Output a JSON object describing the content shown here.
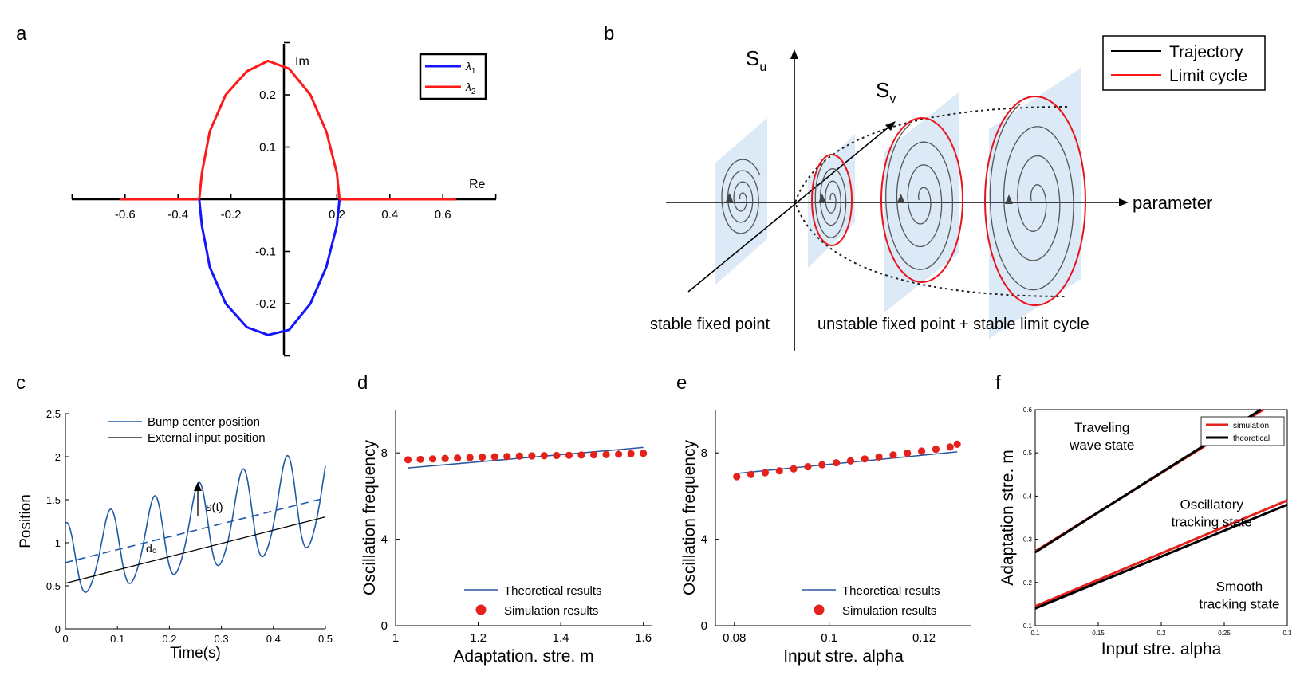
{
  "panels": {
    "a": {
      "letter": "a",
      "xlabel": "Re",
      "ylabel": "Im",
      "xticks": [
        "-0.6",
        "-0.4",
        "-0.2",
        "0.2",
        "0.4",
        "0.6"
      ],
      "yticks": [
        "0.2",
        "0.1",
        "-0.1",
        "-0.2"
      ],
      "legend": [
        {
          "label": "λ",
          "sub": "1",
          "color": "#1515ff"
        },
        {
          "label": "λ",
          "sub": "2",
          "color": "#ff1a1a"
        }
      ]
    },
    "b": {
      "letter": "b",
      "axis_su": "S",
      "axis_su_sub": "u",
      "axis_sv": "S",
      "axis_sv_sub": "v",
      "axis_param": "parameter",
      "caption_left": "stable fixed point",
      "caption_right": "unstable fixed point + stable limit cycle",
      "legend": [
        {
          "label": "Trajectory",
          "color": "#000000"
        },
        {
          "label": "Limit cycle",
          "color": "#ff1a1a"
        }
      ]
    },
    "c": {
      "letter": "c",
      "annot_s": "s(t)",
      "annot_d0": "d₀",
      "legend": [
        {
          "label": "Bump center position",
          "color": "#1f5aa8"
        },
        {
          "label": "External input position",
          "color": "#000000"
        }
      ]
    },
    "d": {
      "letter": "d"
    },
    "e": {
      "letter": "e"
    },
    "f": {
      "letter": "f"
    }
  },
  "chart_data": [
    {
      "panel": "a",
      "type": "line",
      "xlabel": "Re",
      "ylabel": "Im",
      "xlim": [
        -0.8,
        0.8
      ],
      "ylim": [
        -0.3,
        0.3
      ],
      "series": [
        {
          "name": "λ1",
          "color": "#1515ff",
          "x": [
            -0.32,
            -0.31,
            -0.28,
            -0.22,
            -0.14,
            -0.06,
            0.02,
            0.1,
            0.16,
            0.2,
            0.21
          ],
          "y": [
            0.0,
            -0.05,
            -0.13,
            -0.2,
            -0.245,
            -0.26,
            -0.25,
            -0.2,
            -0.13,
            -0.05,
            0.0
          ]
        },
        {
          "name": "λ2",
          "color": "#ff1a1a",
          "x": [
            -0.32,
            -0.31,
            -0.28,
            -0.22,
            -0.14,
            -0.06,
            0.02,
            0.1,
            0.16,
            0.2,
            0.21
          ],
          "y": [
            0.0,
            0.05,
            0.13,
            0.2,
            0.245,
            0.265,
            0.25,
            0.2,
            0.13,
            0.05,
            0.0
          ]
        },
        {
          "name": "λ2 (real, left)",
          "color": "#ff1a1a",
          "x": [
            -0.62,
            -0.32
          ],
          "y": [
            0.0,
            0.0
          ]
        },
        {
          "name": "λ2 (real, right)",
          "color": "#ff1a1a",
          "x": [
            0.21,
            0.65
          ],
          "y": [
            0.0,
            0.0
          ]
        }
      ]
    },
    {
      "panel": "c",
      "type": "line",
      "xlabel": "Time(s)",
      "ylabel": "Position",
      "xlim": [
        0,
        0.5
      ],
      "ylim": [
        0,
        2.5
      ],
      "xticks": [
        "0",
        "0.1",
        "0.2",
        "0.3",
        "0.4",
        "0.5"
      ],
      "yticks": [
        "0",
        "0.5",
        "1",
        "1.5",
        "2",
        "2.5"
      ],
      "series": [
        {
          "name": "Bump center position",
          "color": "#1f5aa8",
          "kind": "oscillation",
          "center_start": 0.77,
          "center_end": 1.52,
          "amp_start": 0.42,
          "amp_end": 0.57,
          "period": 0.085,
          "phase_peak": 0.0
        },
        {
          "name": "External input position",
          "color": "#000000",
          "x": [
            0,
            0.5
          ],
          "y": [
            0.53,
            1.3
          ]
        },
        {
          "name": "dashed center",
          "color": "#1f5aa8",
          "dashed": true,
          "x": [
            0,
            0.5
          ],
          "y": [
            0.77,
            1.52
          ]
        }
      ]
    },
    {
      "panel": "d",
      "type": "scatter",
      "xlabel": "Adaptation. stre. m",
      "ylabel": "Oscillation frequency",
      "xlim": [
        1.0,
        1.62
      ],
      "ylim": [
        0,
        10
      ],
      "xticks": [
        "1",
        "1.2",
        "1.4",
        "1.6"
      ],
      "yticks": [
        "0",
        "4",
        "8"
      ],
      "theory": {
        "name": "Theoretical results",
        "color": "#2a56a0",
        "x": [
          1.03,
          1.6
        ],
        "y": [
          7.3,
          8.25
        ]
      },
      "simulation": {
        "name": "Simulation results",
        "color": "#e5211c",
        "x": [
          1.03,
          1.06,
          1.09,
          1.12,
          1.15,
          1.18,
          1.21,
          1.24,
          1.27,
          1.3,
          1.33,
          1.36,
          1.39,
          1.42,
          1.45,
          1.48,
          1.51,
          1.54,
          1.57,
          1.6
        ],
        "y": [
          7.68,
          7.7,
          7.72,
          7.74,
          7.76,
          7.78,
          7.8,
          7.82,
          7.83,
          7.85,
          7.86,
          7.87,
          7.88,
          7.89,
          7.9,
          7.91,
          7.92,
          7.94,
          7.96,
          7.98
        ]
      }
    },
    {
      "panel": "e",
      "type": "scatter",
      "xlabel": "Input stre. alpha",
      "ylabel": "Oscillation frequency",
      "xlim": [
        0.076,
        0.13
      ],
      "ylim": [
        0,
        10
      ],
      "xticks": [
        "0.08",
        "0.1",
        "0.12"
      ],
      "yticks": [
        "0",
        "4",
        "8"
      ],
      "theory": {
        "name": "Theoretical results",
        "color": "#2a56a0",
        "x": [
          0.0805,
          0.127
        ],
        "y": [
          7.05,
          8.05
        ]
      },
      "simulation": {
        "name": "Simulation results",
        "color": "#e5211c",
        "x": [
          0.0805,
          0.0835,
          0.0865,
          0.0895,
          0.0925,
          0.0955,
          0.0985,
          0.1015,
          0.1045,
          0.1075,
          0.1105,
          0.1135,
          0.1165,
          0.1195,
          0.1225,
          0.1255,
          0.127
        ],
        "y": [
          6.9,
          7.0,
          7.08,
          7.17,
          7.26,
          7.36,
          7.45,
          7.54,
          7.63,
          7.72,
          7.81,
          7.9,
          7.99,
          8.08,
          8.17,
          8.27,
          8.4
        ]
      }
    },
    {
      "panel": "f",
      "type": "line",
      "xlabel": "Input stre. alpha",
      "ylabel": "Adaptation stre. m",
      "xlim": [
        0.1,
        0.3
      ],
      "ylim": [
        0.1,
        0.6
      ],
      "xticks": [
        "0.1",
        "0.15",
        "0.2",
        "0.25",
        "0.3"
      ],
      "yticks": [
        "0.1",
        "0.2",
        "0.3",
        "0.4",
        "0.5",
        "0.6"
      ],
      "legend": [
        "simulation",
        "theoretical"
      ],
      "region_labels": [
        {
          "lines": [
            "Traveling",
            "wave state"
          ],
          "x": 0.153,
          "y": 0.548
        },
        {
          "lines": [
            "Oscillatory",
            "tracking state"
          ],
          "x": 0.24,
          "y": 0.37
        },
        {
          "lines": [
            "Smooth",
            "tracking state"
          ],
          "x": 0.262,
          "y": 0.18
        }
      ],
      "series": [
        {
          "name": "simulation",
          "color": "#e5211c",
          "x": [
            0.1,
            0.281
          ],
          "y": [
            0.272,
            0.605
          ]
        },
        {
          "name": "theoretical",
          "color": "#000000",
          "x": [
            0.1,
            0.279
          ],
          "y": [
            0.27,
            0.605
          ]
        },
        {
          "name": "simulation",
          "color": "#e5211c",
          "x": [
            0.1,
            0.3
          ],
          "y": [
            0.145,
            0.39
          ]
        },
        {
          "name": "theoretical",
          "color": "#000000",
          "x": [
            0.1,
            0.3
          ],
          "y": [
            0.14,
            0.38
          ]
        }
      ]
    }
  ]
}
